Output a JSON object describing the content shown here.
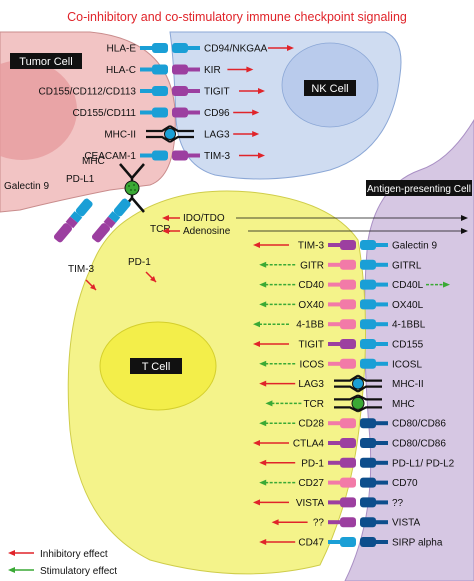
{
  "title": "Co-inhibitory and co-stimulatory immune checkpoint signaling",
  "cells": {
    "tumor": "Tumor Cell",
    "nk": "NK Cell",
    "apc": "Antigen-presenting Cell",
    "t": "T Cell"
  },
  "tumor_nk": [
    {
      "left": "HLA-E",
      "right": "CD94/NKGAA",
      "effect": "inhibitory",
      "cL": "#1a9fd6",
      "cR": "#1a9fd6",
      "shape": "rect"
    },
    {
      "left": "HLA-C",
      "right": "KIR",
      "effect": "inhibitory",
      "cL": "#1a9fd6",
      "cR": "#9c3fa0",
      "shape": "rect"
    },
    {
      "left": "CD155/CD112/CD113",
      "right": "TIGIT",
      "effect": "inhibitory",
      "cL": "#1a9fd6",
      "cR": "#9c3fa0",
      "shape": "rect"
    },
    {
      "left": "CD155/CD111",
      "right": "CD96",
      "effect": "inhibitory",
      "cL": "#1a9fd6",
      "cR": "#9c3fa0",
      "shape": "rect"
    },
    {
      "left": "MHC-II",
      "right": "LAG3",
      "effect": "inhibitory",
      "cL": "#111111",
      "cR": "#111111",
      "shape": "mhc"
    },
    {
      "left": "CEACAM-1",
      "right": "TIM-3",
      "effect": "inhibitory",
      "cL": "#1a9fd6",
      "cR": "#9c3fa0",
      "shape": "rect"
    }
  ],
  "tumor_t": {
    "mhc": "MHC",
    "tcr": "TCR",
    "pdl1": "PD-L1",
    "galectin9": "Galectin 9",
    "tim3": "TIM-3",
    "pd1": "PD-1"
  },
  "metabolic": [
    {
      "label": "IDO/TDO"
    },
    {
      "label": "Adenosine"
    }
  ],
  "t_apc": [
    {
      "left": "TIM-3",
      "right": "Galectin 9",
      "effect": "inhibitory",
      "cL": "#9c3fa0",
      "cR": "#1a9fd6",
      "shape": "rect",
      "apcEffect": ""
    },
    {
      "left": "GITR",
      "right": "GITRL",
      "effect": "stimulatory",
      "cL": "#f27aa8",
      "cR": "#1a9fd6",
      "shape": "rect",
      "apcEffect": ""
    },
    {
      "left": "CD40",
      "right": "CD40L",
      "effect": "stimulatory",
      "cL": "#f27aa8",
      "cR": "#1a9fd6",
      "shape": "rect",
      "apcEffect": "stimulatory"
    },
    {
      "left": "OX40",
      "right": "OX40L",
      "effect": "stimulatory",
      "cL": "#f27aa8",
      "cR": "#1a9fd6",
      "shape": "rect",
      "apcEffect": ""
    },
    {
      "left": "4-1BB",
      "right": "4-1BBL",
      "effect": "stimulatory",
      "cL": "#f27aa8",
      "cR": "#1a9fd6",
      "shape": "rect",
      "apcEffect": ""
    },
    {
      "left": "TIGIT",
      "right": "CD155",
      "effect": "inhibitory",
      "cL": "#9c3fa0",
      "cR": "#1a9fd6",
      "shape": "rect",
      "apcEffect": ""
    },
    {
      "left": "ICOS",
      "right": "ICOSL",
      "effect": "stimulatory",
      "cL": "#f27aa8",
      "cR": "#1a9fd6",
      "shape": "rect",
      "apcEffect": ""
    },
    {
      "left": "LAG3",
      "right": "MHC-II",
      "effect": "inhibitory",
      "cL": "#111111",
      "cR": "#111111",
      "shape": "mhc",
      "apcEffect": ""
    },
    {
      "left": "TCR",
      "right": "MHC",
      "effect": "stimulatory",
      "cL": "#111111",
      "cR": "#111111",
      "shape": "tcr",
      "apcEffect": ""
    },
    {
      "left": "CD28",
      "right": "CD80/CD86",
      "effect": "stimulatory",
      "cL": "#f27aa8",
      "cR": "#0d4e8c",
      "shape": "rect",
      "apcEffect": ""
    },
    {
      "left": "CTLA4",
      "right": "CD80/CD86",
      "effect": "inhibitory",
      "cL": "#9c3fa0",
      "cR": "#0d4e8c",
      "shape": "rect",
      "apcEffect": ""
    },
    {
      "left": "PD-1",
      "right": "PD-L1/ PD-L2",
      "effect": "inhibitory",
      "cL": "#9c3fa0",
      "cR": "#0d4e8c",
      "shape": "rect",
      "apcEffect": ""
    },
    {
      "left": "CD27",
      "right": "CD70",
      "effect": "stimulatory",
      "cL": "#f27aa8",
      "cR": "#0d4e8c",
      "shape": "rect",
      "apcEffect": ""
    },
    {
      "left": "VISTA",
      "right": "??",
      "effect": "inhibitory",
      "cL": "#9c3fa0",
      "cR": "#0d4e8c",
      "shape": "rect",
      "apcEffect": ""
    },
    {
      "left": "??",
      "right": "VISTA",
      "effect": "inhibitory",
      "cL": "#9c3fa0",
      "cR": "#0d4e8c",
      "shape": "rect",
      "apcEffect": ""
    },
    {
      "left": "CD47",
      "right": "SIRP alpha",
      "effect": "inhibitory",
      "cL": "#1a9fd6",
      "cR": "#0d4e8c",
      "shape": "rect",
      "apcEffect": ""
    }
  ],
  "legend": {
    "inhibitory": "Inhibitory effect",
    "stimulatory": "Stimulatory effect"
  },
  "colors": {
    "inhibitory": "#e0242a",
    "stimulatory": "#3aa935",
    "title": "#e0242a",
    "tumor": "#f2c4c4",
    "nk": "#cfdcf1",
    "apc": "#d6c7e3",
    "tcell": "#f4f38a",
    "tnucleus": "#f3ee4a"
  }
}
